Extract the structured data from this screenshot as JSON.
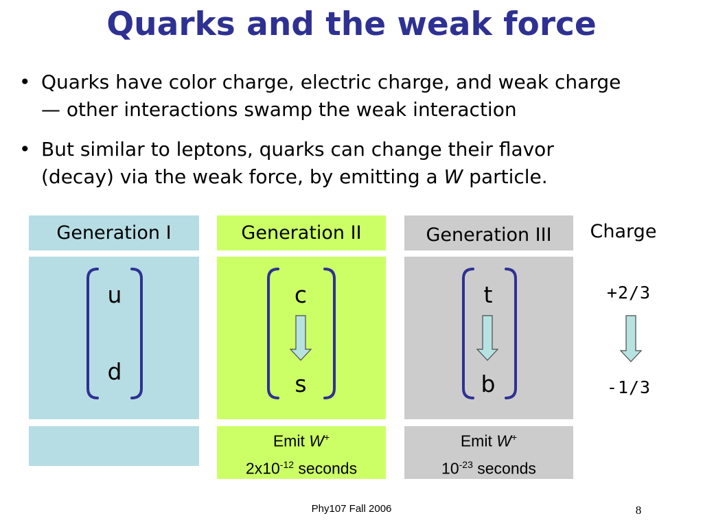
{
  "slide": {
    "title": "Quarks and the weak force",
    "bullets": [
      {
        "text_1": "Quarks have color charge, electric charge, and weak charge",
        "text_2": "— other interactions swamp the weak interaction"
      },
      {
        "text_1": "But similar to leptons, quarks can change their flavor",
        "text_2_pre": "(decay) via the weak force, by emitting a ",
        "text_2_italic": "W",
        "text_2_post": " particle."
      }
    ]
  },
  "table": {
    "generations": [
      {
        "header": "Generation I",
        "upper": "u",
        "lower": "d"
      },
      {
        "header": "Generation II",
        "upper": "c",
        "lower": "s",
        "emit_word": "Emit ",
        "emit_particle": "W",
        "emit_sign": "+",
        "time_base": "2x10",
        "time_exp": "-12",
        "time_unit": " seconds"
      },
      {
        "header": "Generation III",
        "upper": "t",
        "lower": "b",
        "emit_word": "Emit ",
        "emit_particle": "W",
        "emit_sign": "+",
        "time_base": "10",
        "time_exp": "-23",
        "time_unit": " seconds"
      }
    ],
    "charge": {
      "header": "Charge",
      "upper": "+2/3",
      "lower": "-1/3"
    }
  },
  "colors": {
    "title": "#2e3192",
    "bracket": "#2e3192",
    "gen1": "#b6dde4",
    "gen2": "#ccff66",
    "gen3": "#cccccc",
    "arrow_fill": "#b6e3e0"
  },
  "footer": {
    "course": "Phy107 Fall 2006",
    "page": "8"
  }
}
